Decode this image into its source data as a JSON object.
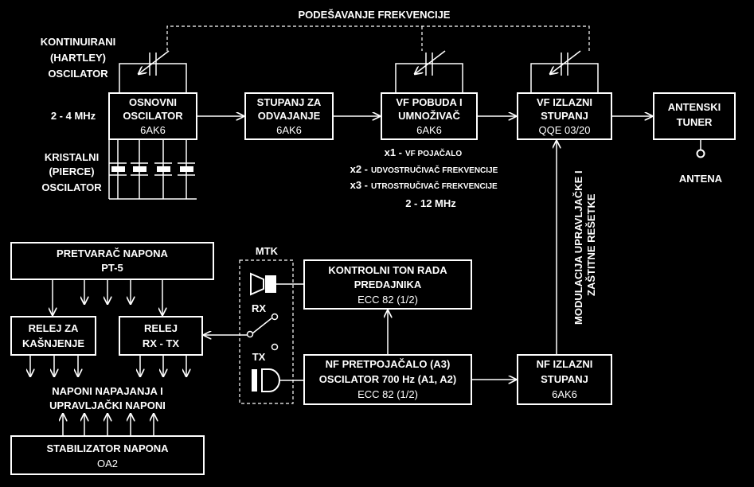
{
  "top_label": "PODEŠAVANJE FREKVENCIJE",
  "left_labels": {
    "hartley": [
      "KONTINUIRANI",
      "(HARTLEY)",
      "OSCILATOR"
    ],
    "freq1": "2 - 4 MHz",
    "pierce": [
      "KRISTALNI",
      "(PIERCE)",
      "OSCILATOR"
    ]
  },
  "blocks": {
    "osnovni": [
      "OSNOVNI",
      "OSCILATOR",
      "6AK6"
    ],
    "stupanj_odvajanje": [
      "STUPANJ ZA",
      "ODVAJANJE",
      "6AK6"
    ],
    "vf_pobuda": [
      "VF POBUDA I",
      "UMNOŽIVAČ",
      "6AK6"
    ],
    "vf_izlazni": [
      "VF IZLAZNI",
      "STUPANJ",
      "QQE 03/20"
    ],
    "antenski": [
      "ANTENSKI",
      "TUNER"
    ],
    "pretvarac": [
      "PRETVARAČ NAPONA",
      "PT-5"
    ],
    "relej_kasnjenje": [
      "RELEJ ZA",
      "KAŠNJENJE"
    ],
    "relej_rxtx": [
      "RELEJ",
      "RX - TX"
    ],
    "kontrolni": [
      "KONTROLNI TON RADA",
      "PREDAJNIKA",
      "ECC 82 (1/2)"
    ],
    "nf_pretpojacalo": [
      "NF PRETPOJAČALO (A3)",
      "OSCILATOR 700 Hz (A1, A2)",
      "ECC 82 (1/2)"
    ],
    "nf_izlazni": [
      "NF IZLAZNI",
      "STUPANJ",
      "6AK6"
    ],
    "stabilizator": [
      "STABILIZATOR NAPONA",
      "OA2"
    ]
  },
  "antena": "ANTENA",
  "multiplier_notes": [
    {
      "num": "x1 -",
      "text": "VF POJAČALO"
    },
    {
      "num": "x2 -",
      "text": "UDVOSTRUČIVAČ FREKVENCIJE"
    },
    {
      "num": "x3 -",
      "text": "UTROSTRUČIVAČ FREKVENCIJE"
    }
  ],
  "freq2": "2 - 12 MHz",
  "modulation": [
    "MODULACIJA UPRAVLJAČKE I",
    "ZAŠTITNE REŠETKE"
  ],
  "mtk": "MTK",
  "rx": "RX",
  "tx": "TX",
  "supply": [
    "NAPONI NAPAJANJA I",
    "UPRAVLJAČKI  NAPONI"
  ]
}
